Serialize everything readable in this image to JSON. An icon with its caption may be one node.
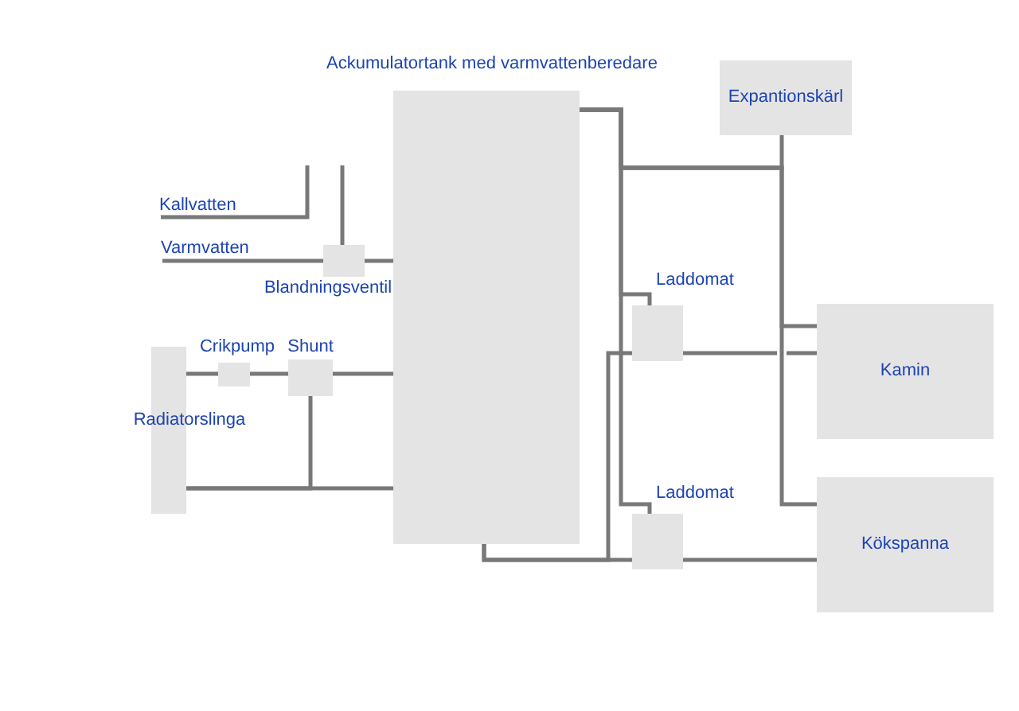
{
  "diagram": {
    "nodes": [
      {
        "text": [
          "Ackumulatortank med varmvattenberedare"
        ]
      },
      {
        "text": [
          "Expantionskärl"
        ]
      },
      {
        "text": [
          "Kallvatten"
        ]
      },
      {
        "text": [
          "Varmvatten"
        ]
      },
      {
        "text": [
          "Blandningsventil"
        ]
      },
      {
        "text": [
          "Laddomat"
        ]
      },
      {
        "text": [
          "Kamin"
        ]
      },
      {
        "text": [
          "Crikpump"
        ]
      },
      {
        "text": [
          "Shunt"
        ]
      },
      {
        "text": [
          "Radiatorslinga"
        ]
      },
      {
        "text": [
          "Laddomat"
        ]
      },
      {
        "text": [
          "Kökspanna"
        ]
      }
    ],
    "edges": [
      {
        "from": 2,
        "to": null,
        "arrow": "none"
      },
      {
        "from": null,
        "to": 4,
        "arrow": "none"
      },
      {
        "from": 3,
        "to": 4,
        "arrow": "none"
      },
      {
        "from": 4,
        "to": 0,
        "arrow": "none"
      },
      {
        "from": 1,
        "to": 0,
        "arrow": "none"
      },
      {
        "from": 5,
        "to": 0,
        "arrow": "none"
      },
      {
        "from": 6,
        "to": 0,
        "arrow": "none"
      },
      {
        "from": 11,
        "to": 0,
        "arrow": "none"
      },
      {
        "from": 10,
        "to": 0,
        "arrow": "none"
      },
      {
        "from": 0,
        "to": 5,
        "arrow": "none"
      },
      {
        "from": 5,
        "to": 6,
        "arrow": "none"
      },
      {
        "from": 9,
        "to": 7,
        "arrow": "none"
      },
      {
        "from": 7,
        "to": 8,
        "arrow": "none"
      },
      {
        "from": 8,
        "to": 0,
        "arrow": "none"
      },
      {
        "from": 9,
        "to": 0,
        "arrow": "none"
      },
      {
        "from": 9,
        "to": 8,
        "arrow": "none"
      },
      {
        "from": 0,
        "to": 10,
        "arrow": "none"
      },
      {
        "from": 10,
        "to": 11,
        "arrow": "none"
      }
    ]
  }
}
